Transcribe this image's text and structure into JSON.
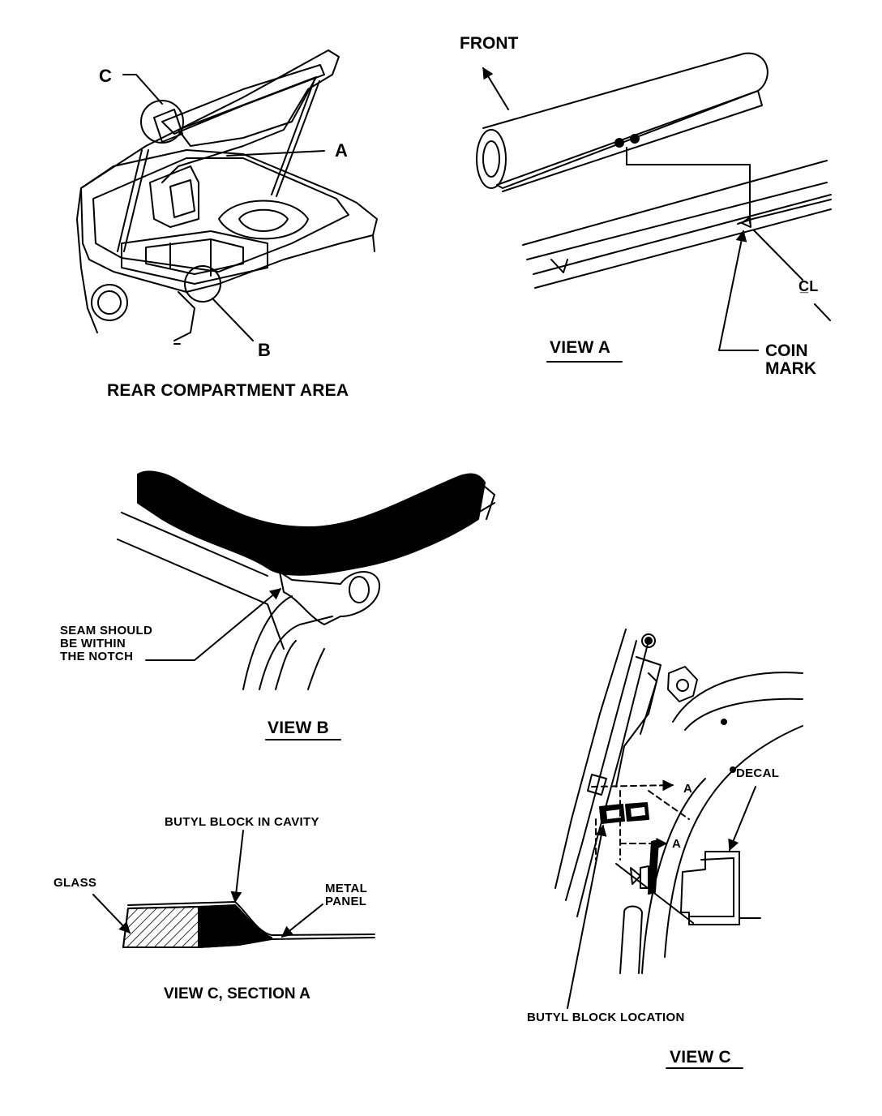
{
  "rear": {
    "callout_c": "C",
    "callout_a": "A",
    "callout_b": "B",
    "title": "REAR COMPARTMENT AREA"
  },
  "view_a": {
    "front": "FRONT",
    "centerline": "C̲L",
    "coin_mark": "COIN\nMARK",
    "title": "VIEW A"
  },
  "view_b": {
    "seam_note": "SEAM SHOULD\nBE WITHIN\nTHE NOTCH",
    "title": "VIEW B"
  },
  "view_c_section": {
    "butyl_cavity": "BUTYL BLOCK IN CAVITY",
    "glass": "GLASS",
    "metal_panel": "METAL\nPANEL",
    "title": "VIEW C, SECTION A"
  },
  "view_c": {
    "decal": "DECAL",
    "section_a_upper": "A",
    "section_a_lower": "A",
    "butyl_location": "BUTYL BLOCK LOCATION",
    "title": "VIEW C"
  }
}
